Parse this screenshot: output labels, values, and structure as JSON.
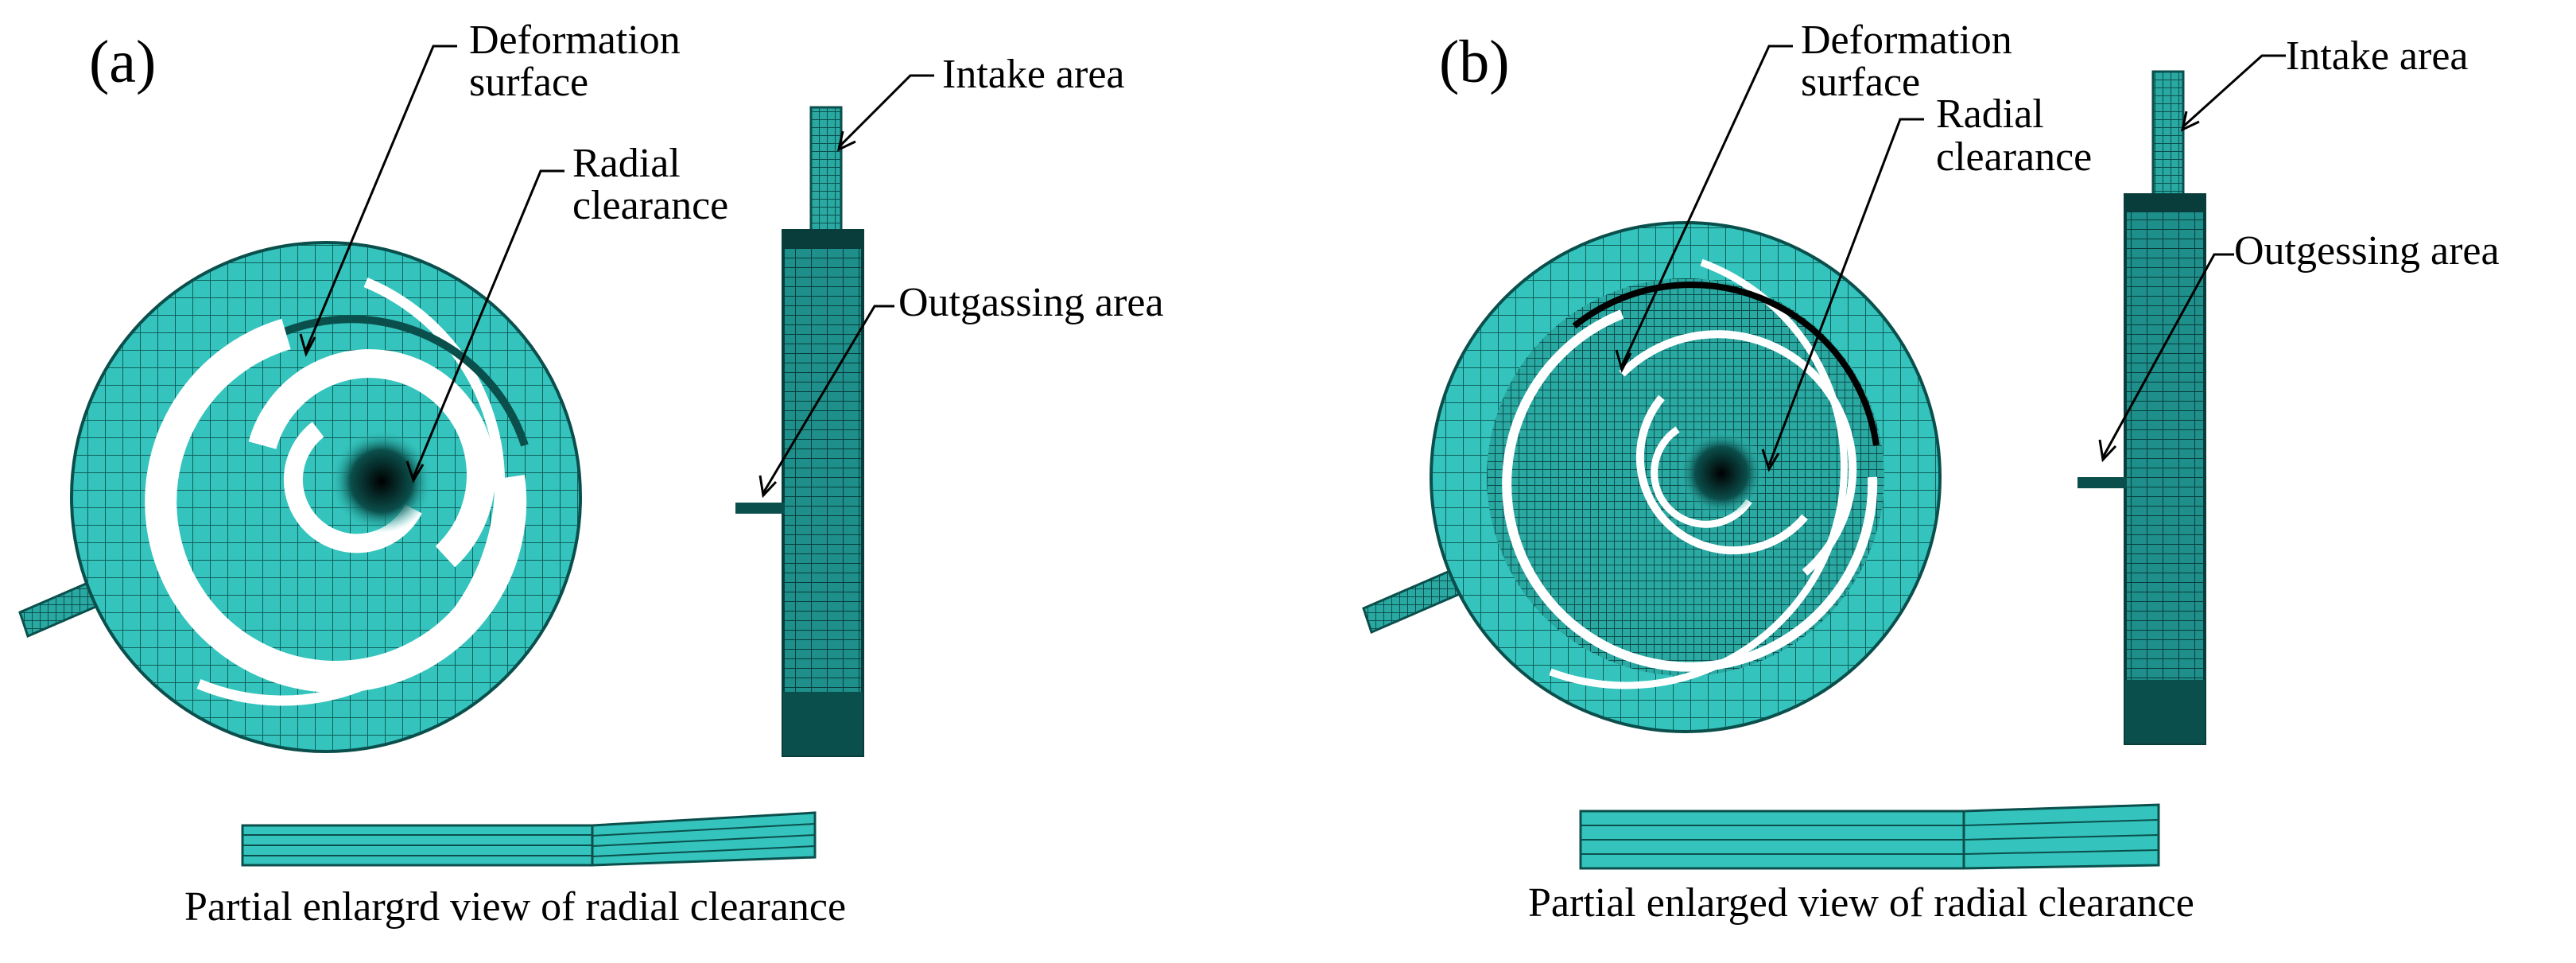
{
  "colors": {
    "mesh_fill": "#34c4bd",
    "mesh_dark": "#0b4f4c",
    "mesh_line": "#0f5e5a",
    "background": "#ffffff"
  },
  "panels": [
    {
      "tag": "(a)",
      "deformation_line1": "Deformation",
      "deformation_line2": "surface",
      "radial_line1": "Radial",
      "radial_line2": "clearance",
      "intake": "Intake area",
      "outgas": "Outgassing area",
      "caption": "Partial enlargrd view of radial clearance"
    },
    {
      "tag": "(b)",
      "deformation_line1": "Deformation",
      "deformation_line2": "surface",
      "radial_line1": "Radial",
      "radial_line2": "clearance",
      "intake": "Intake area",
      "outgas": "Outgessing area",
      "caption": "Partial enlarged view of radial clearance"
    }
  ]
}
